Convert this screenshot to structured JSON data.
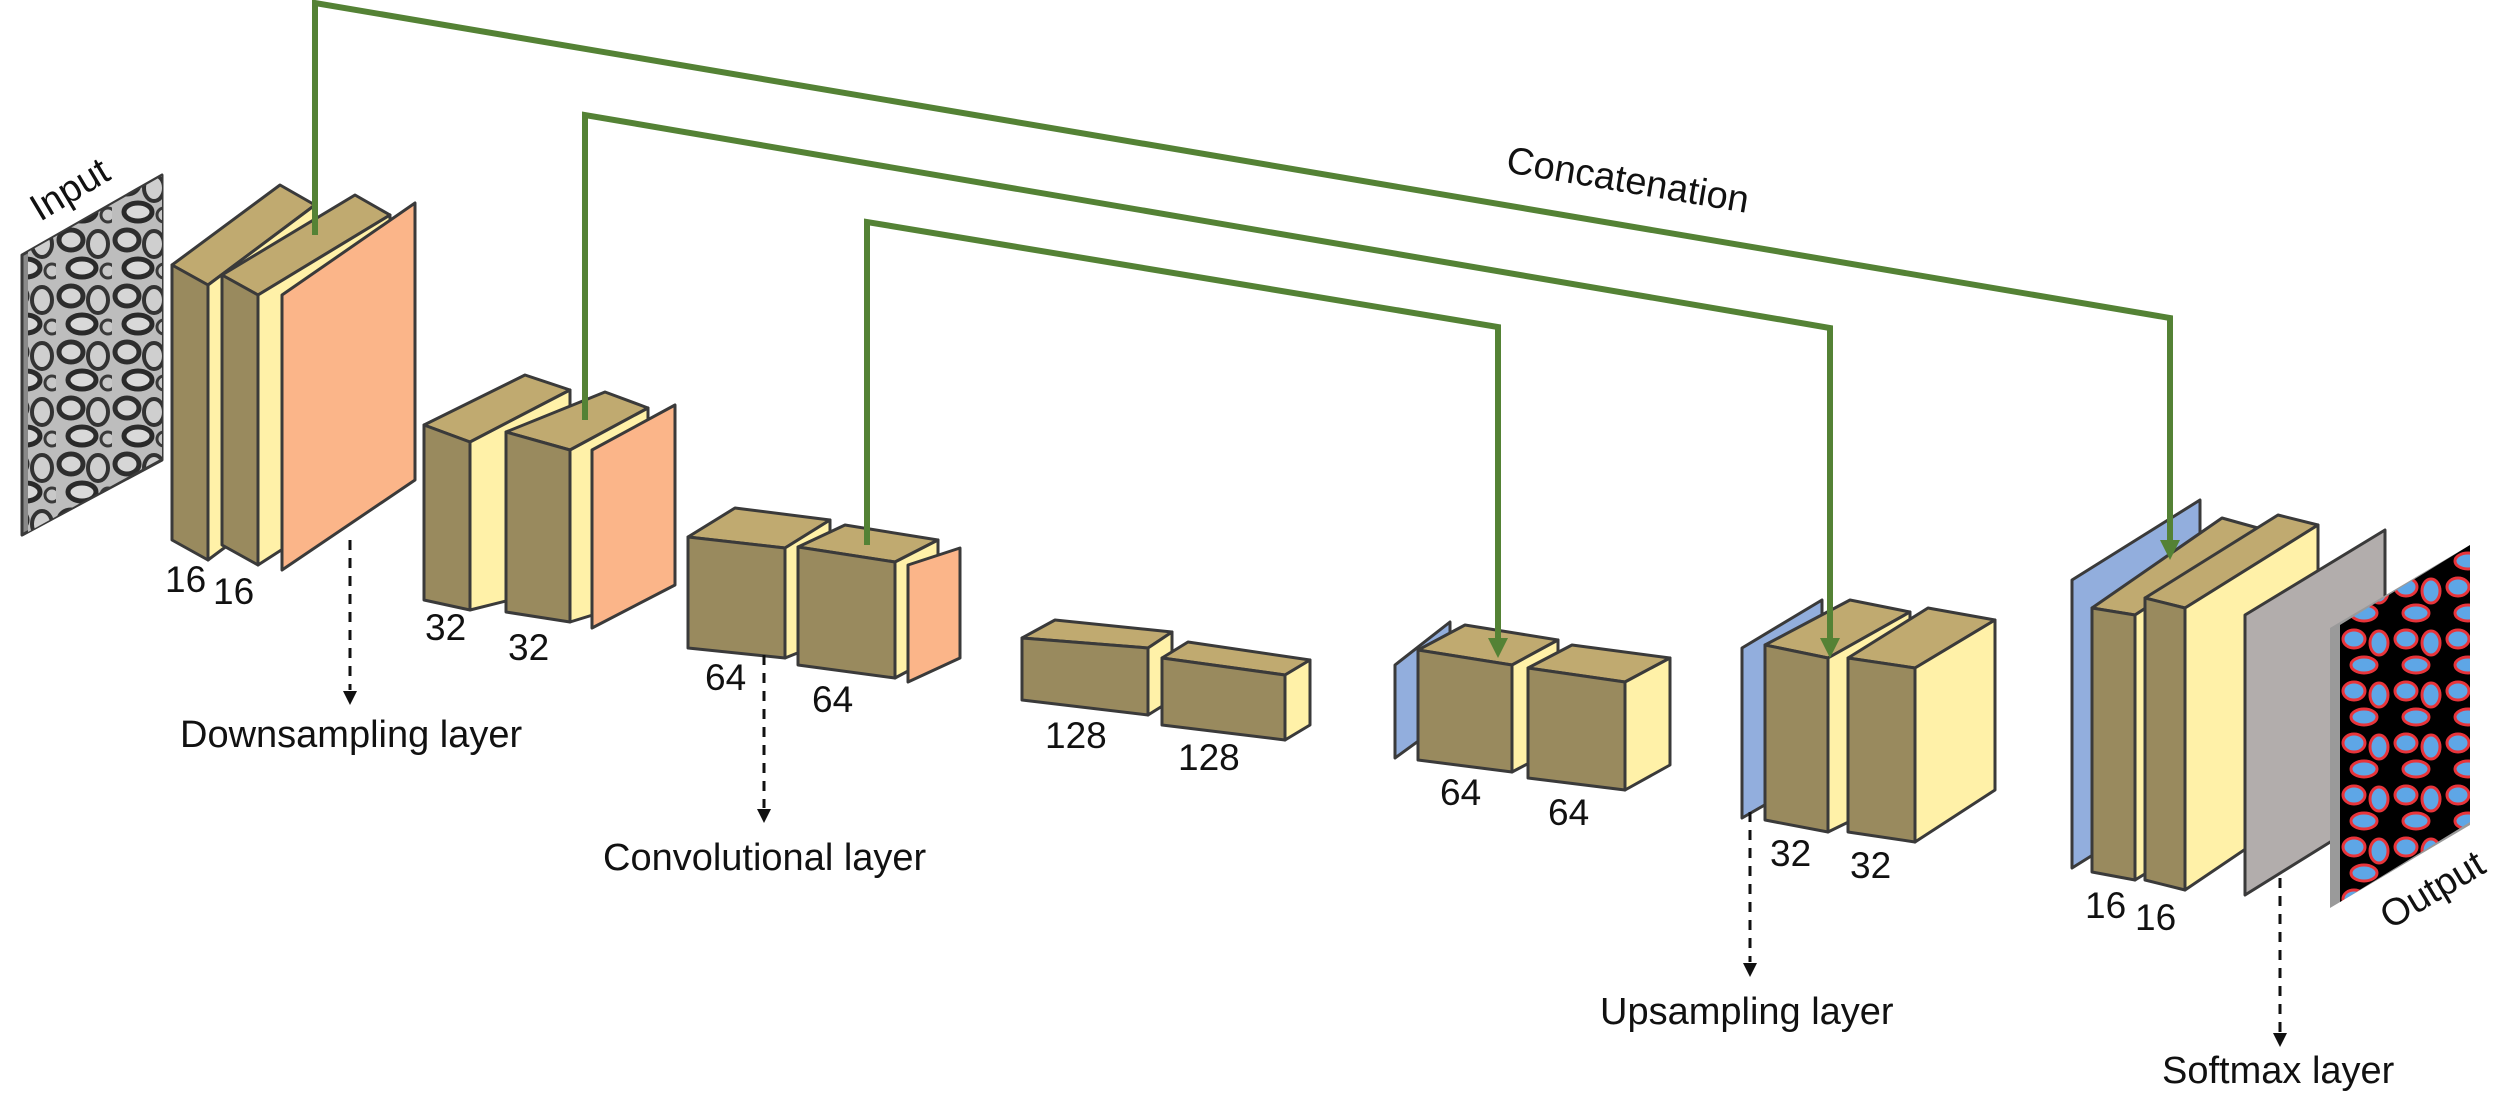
{
  "labels": {
    "input": "Input",
    "output": "Output",
    "concatenation": "Concatenation",
    "downsampling": "Downsampling layer",
    "convolutional": "Convolutional layer",
    "upsampling": "Upsampling layer",
    "softmax": "Softmax layer"
  },
  "channels": {
    "enc1": [
      "16",
      "16"
    ],
    "enc2": [
      "32",
      "32"
    ],
    "enc3": [
      "64",
      "64"
    ],
    "bottleneck": [
      "128",
      "128"
    ],
    "dec3": [
      "64",
      "64"
    ],
    "dec2": [
      "32",
      "32"
    ],
    "dec1": [
      "16",
      "16"
    ]
  },
  "colors": {
    "conv_front": "#998a5e",
    "conv_top": "#c0aa70",
    "conv_side": "#fff1a8",
    "downsample": "#fbb589",
    "upsample": "#92aedd",
    "softmax": "#b2adac",
    "skip": "#548235",
    "output_background": "#000000",
    "output_cell": "#5ea6e6",
    "output_border": "#e8343a"
  },
  "icons": {
    "input_image": "electron-microscopy-image",
    "output_image": "segmentation-mask-image"
  }
}
